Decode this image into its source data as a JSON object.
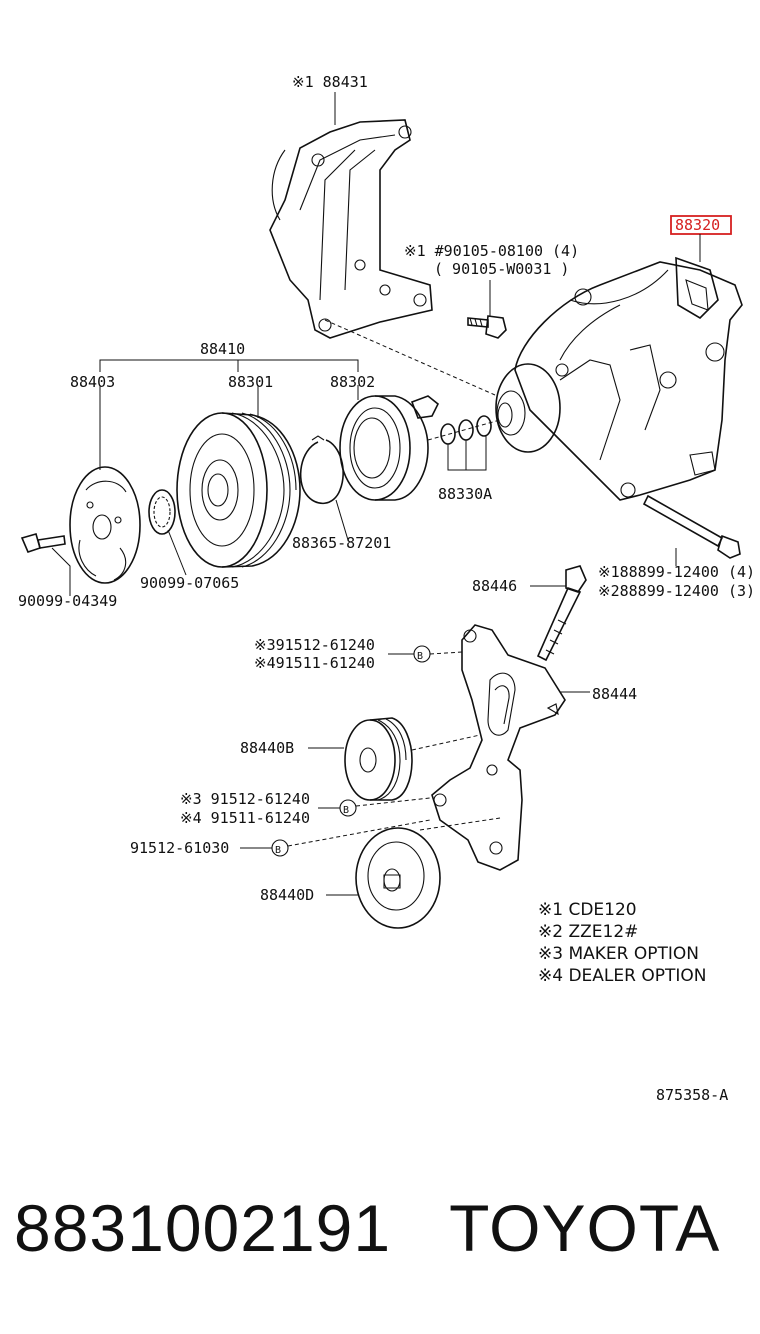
{
  "labels": {
    "bracket_main": "※1 88431",
    "bolt_upper": "※1 #90105-08100 (4)",
    "bolt_upper_alt": "( 90105-W0031 )",
    "compressor": "88320",
    "clutch_group": "88410",
    "hub": "88403",
    "pulley": "88301",
    "coil": "88302",
    "shim": "88330A",
    "ring": "88365-87201",
    "washer": "90099-07065",
    "hub_bolt": "90099-04349",
    "through_bolt_1": "※188899-12400 (4)",
    "through_bolt_2": "※288899-12400 (3)",
    "stud_bolt": "88446",
    "idler_bracket": "88444",
    "bearing_a1": "※391512-61240",
    "bearing_a2": "※491511-61240",
    "idler_b": "88440B",
    "bearing_b1": "※3 91512-61240",
    "bearing_b2": "※4 91511-61240",
    "bearing_c": "91512-61030",
    "idler_d": "88440D",
    "circle_b": "B"
  },
  "notes": [
    "※1 CDE120",
    "※2 ZZE12#",
    "※3 MAKER OPTION",
    "※4 DEALER OPTION"
  ],
  "drawing_number": "875358-A",
  "footer": {
    "part_number": "8831002191",
    "brand": "TOYOTA"
  },
  "colors": {
    "highlight": "#d62020",
    "ink": "#111111"
  }
}
